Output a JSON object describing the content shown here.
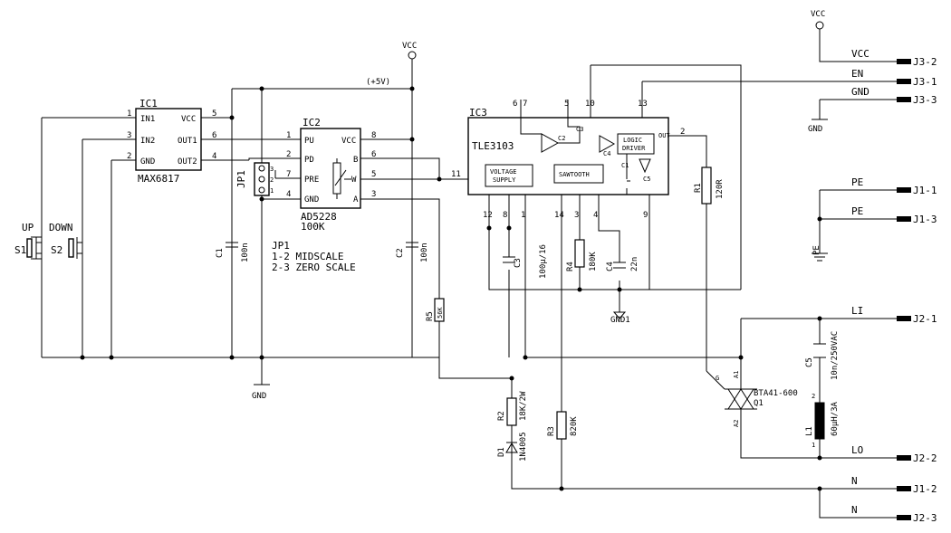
{
  "title": "",
  "ic1": {
    "ref": "IC1",
    "part": "MAX6817",
    "pins": [
      "IN1",
      "IN2",
      "GND",
      "VCC",
      "OUT1",
      "OUT2"
    ],
    "pin_nums": [
      "1",
      "3",
      "2",
      "5",
      "6",
      "4"
    ]
  },
  "ic2": {
    "ref": "IC2",
    "part": "AD5228",
    "value": "100K",
    "pins": [
      "PU",
      "PD",
      "PRE",
      "GND",
      "VCC",
      "B",
      "W",
      "A"
    ],
    "pin_nums": [
      "1",
      "2",
      "7",
      "4",
      "8",
      "6",
      "5",
      "3"
    ]
  },
  "ic3": {
    "ref": "IC3",
    "part": "TLE3103",
    "blocks": [
      "VOLTAGE",
      "SUPPLY",
      "SAWTOOTH",
      "LOGIC",
      "DRIVER"
    ],
    "pin_nums": [
      "6",
      "7",
      "5",
      "10",
      "13",
      "2",
      "11",
      "12",
      "8",
      "1",
      "14",
      "3",
      "4",
      "9"
    ],
    "inner": [
      "C3",
      "C2",
      "C1",
      "C4",
      "C5",
      "OUT"
    ]
  },
  "supply": {
    "vcc": "VCC",
    "plus5v": "(+5V)",
    "gnd": "GND",
    "gnd1": "GND1"
  },
  "switches": {
    "s1": "S1",
    "s2": "S2",
    "up": "UP",
    "down": "DOWN"
  },
  "jp1": {
    "ref": "JP1",
    "pins": [
      "3",
      "2",
      "1"
    ],
    "note1": "JP1",
    "note2": "1-2 MIDSCALE",
    "note3": "2-3 ZERO SCALE"
  },
  "components": {
    "c1": {
      "ref": "C1",
      "value": "100n"
    },
    "c2": {
      "ref": "C2",
      "value": "100n"
    },
    "c3": {
      "ref": "C3",
      "value": "100µ/16"
    },
    "c4": {
      "ref": "C4",
      "value": "22n"
    },
    "c5": {
      "ref": "C5",
      "value": "10n/250VAC"
    },
    "r1": {
      "ref": "R1",
      "value": "120R"
    },
    "r2": {
      "ref": "R2",
      "value": "18K/2W"
    },
    "r3": {
      "ref": "R3",
      "value": "820K"
    },
    "r4": {
      "ref": "R4",
      "value": "180K"
    },
    "r5": {
      "ref": "R5",
      "value": "56K"
    },
    "d1": {
      "ref": "D1",
      "value": "1N4005"
    },
    "q1": {
      "ref": "Q1",
      "value": "BTA41-600",
      "pins": [
        "G",
        "A1",
        "A2"
      ]
    },
    "l1": {
      "ref": "L1",
      "value": "60µH/3A",
      "pins": [
        "2",
        "1"
      ]
    }
  },
  "connectors": [
    {
      "net": "VCC",
      "pin": "J3-2"
    },
    {
      "net": "EN",
      "pin": "J3-1"
    },
    {
      "net": "GND",
      "pin": "J3-3"
    },
    {
      "net": "PE",
      "pin": "J1-1"
    },
    {
      "net": "PE",
      "pin": "J1-3"
    },
    {
      "net": "LI",
      "pin": "J2-1"
    },
    {
      "net": "LO",
      "pin": "J2-2"
    },
    {
      "net": "N",
      "pin": "J1-2"
    },
    {
      "net": "N",
      "pin": "J2-3"
    }
  ],
  "right_labels": {
    "vcc": "VCC",
    "gnd": "GND",
    "pe": "PE"
  }
}
